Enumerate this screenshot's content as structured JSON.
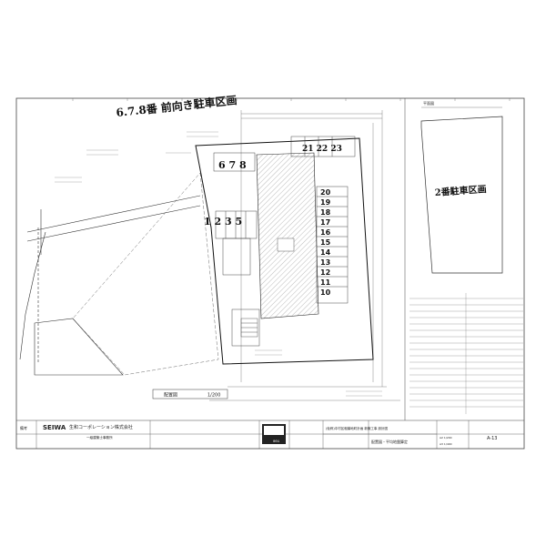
{
  "handwritten": {
    "front_parking": "6.7.8番 前向き駐車区画",
    "parking_2": "2番駐車区画",
    "top_row": "6 7 8",
    "top_right_row": "21 22 23",
    "left_row": "1 2 3 5",
    "column_numbers": [
      "20",
      "19",
      "18",
      "17",
      "16",
      "15",
      "14",
      "13",
      "12",
      "11",
      "10"
    ]
  },
  "plan": {
    "title": "配置図",
    "scale": "1/200",
    "inset_title": "平面図"
  },
  "title_block": {
    "company_logo": "SEIWA",
    "company_name": "生和コーポレーション株式会社",
    "office": "一級建築士事務所",
    "stamp_code": "001",
    "project": "(仮称)中村区稲葉地町計画 新築工事 設計図",
    "drawing_name": "配置図・平均地盤算定",
    "sheet_no": "A-13",
    "scale_a": "A2 1/200",
    "scale_b": "A3 1/400",
    "note_label": "備考"
  }
}
